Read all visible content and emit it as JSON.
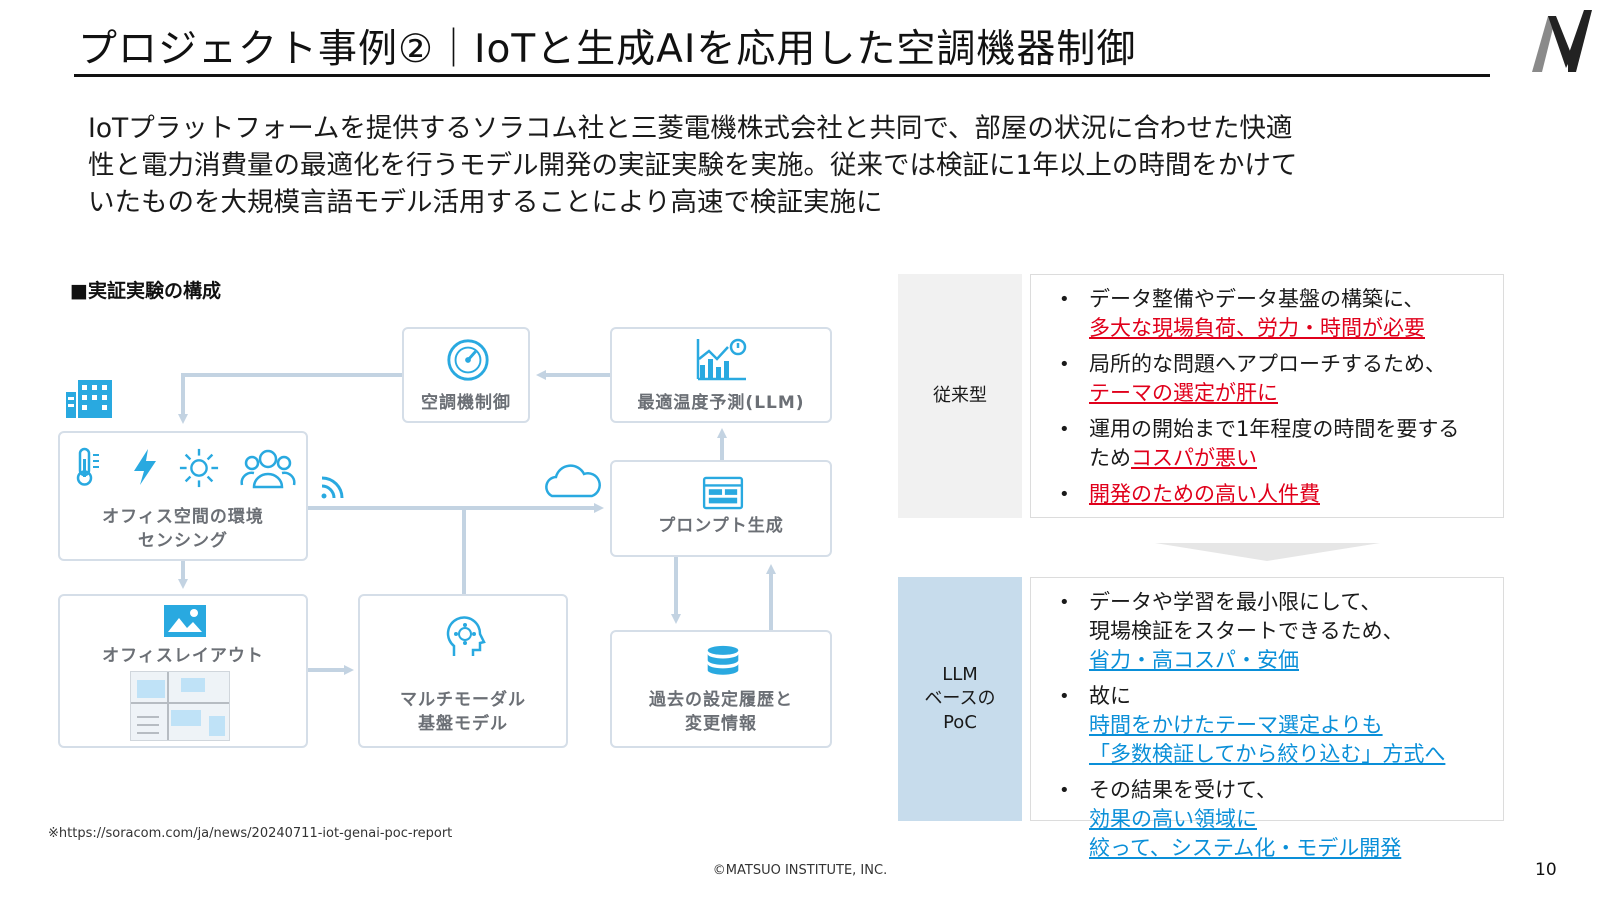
{
  "slide": {
    "title": "プロジェクト事例②｜IoTと生成AIを応用した空調機器制御",
    "intro_lines": [
      "IoTプラットフォームを提供するソラコム社と三菱電機株式会社と共同で、部屋の状況に合わせた快適",
      "性と電力消費量の最適化を行うモデル開発の実証実験を実施。従来では検証に1年以上の時間をかけて",
      "いたものを大規模言語モデル活用することにより高速で検証実施に"
    ],
    "section_label": "■実証実験の構成",
    "footnote": "※https://soracom.com/ja/news/20240711-iot-genai-poc-report",
    "copyright": "©MATSUO INSTITUTE, INC.",
    "page_number": "10"
  },
  "diagram": {
    "nodes": {
      "aircon_control": "空調機制御",
      "optimal_temp": "最適温度予測(LLM)",
      "sensing_line1": "オフィス空間の環境",
      "sensing_line2": "センシング",
      "prompt": "プロンプト生成",
      "layout": "オフィスレイアウト",
      "multimodal_line1": "マルチモーダル",
      "multimodal_line2": "基盤モデル",
      "history_line1": "過去の設定履歴と",
      "history_line2": "変更情報"
    },
    "icon_color": "#29a9e0",
    "arrow_color": "#c3d3e2"
  },
  "comparison": {
    "conventional": {
      "label": "従来型",
      "bullets": [
        {
          "parts": [
            {
              "t": "データ整備やデータ基盤の構築に、",
              "s": ""
            },
            {
              "t": "多大な現場負荷、労力・時間が必要",
              "s": "red"
            }
          ]
        },
        {
          "parts": [
            {
              "t": "局所的な問題へアプローチするため、",
              "s": ""
            },
            {
              "t": "テーマの選定が肝に",
              "s": "red"
            }
          ]
        },
        {
          "parts": [
            {
              "t": "運用の開始まで1年程度の時間を要する",
              "s": ""
            },
            {
              "t": "ため",
              "s": ""
            },
            {
              "t": "コスパが悪い",
              "s": "red"
            }
          ]
        },
        {
          "parts": [
            {
              "t": "開発のための高い人件費",
              "s": "red"
            }
          ]
        }
      ]
    },
    "llm": {
      "label_lines": [
        "LLM",
        "ベースの",
        "PoC"
      ],
      "bullets": [
        {
          "parts": [
            {
              "t": "データや学習を最小限にして、",
              "s": ""
            },
            {
              "t": "現場検証をスタートできるため、",
              "s": ""
            },
            {
              "t": "省力・高コスパ・安価",
              "s": "blue"
            }
          ]
        },
        {
          "parts": [
            {
              "t": "故に",
              "s": ""
            },
            {
              "t": "時間をかけたテーマ選定よりも",
              "s": "blue"
            },
            {
              "t": "「多数検証してから絞り込む」方式へ",
              "s": "blue"
            }
          ]
        },
        {
          "parts": [
            {
              "t": "その結果を受けて、",
              "s": ""
            },
            {
              "t": "効果の高い領域に",
              "s": "blue"
            },
            {
              "t": "絞って、システム化・モデル開発",
              "s": "blue"
            }
          ]
        }
      ]
    },
    "colors": {
      "red": "#e0001b",
      "blue": "#0a8fd8",
      "llm_bg": "#c7dcec",
      "conv_bg": "#f1f1f1"
    }
  }
}
